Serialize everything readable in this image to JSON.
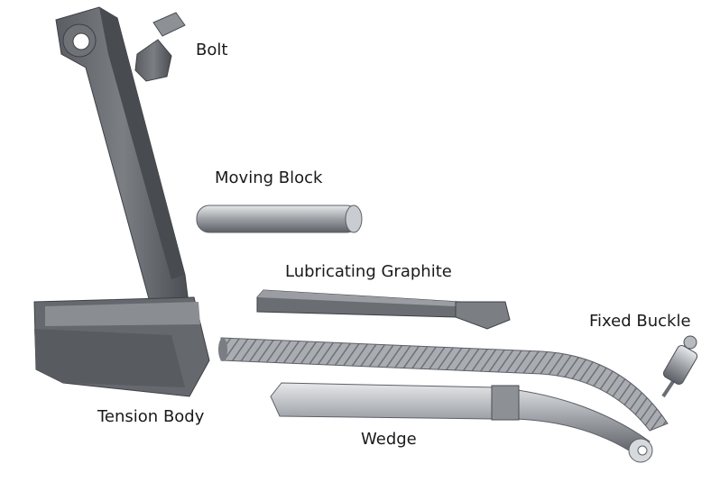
{
  "labels": {
    "bolt": "Bolt",
    "moving_block": "Moving Block",
    "lubricating_graphite": "Lubricating Graphite",
    "fixed_buckle": "Fixed Buckle",
    "tension_body": "Tension Body",
    "wedge": "Wedge"
  }
}
